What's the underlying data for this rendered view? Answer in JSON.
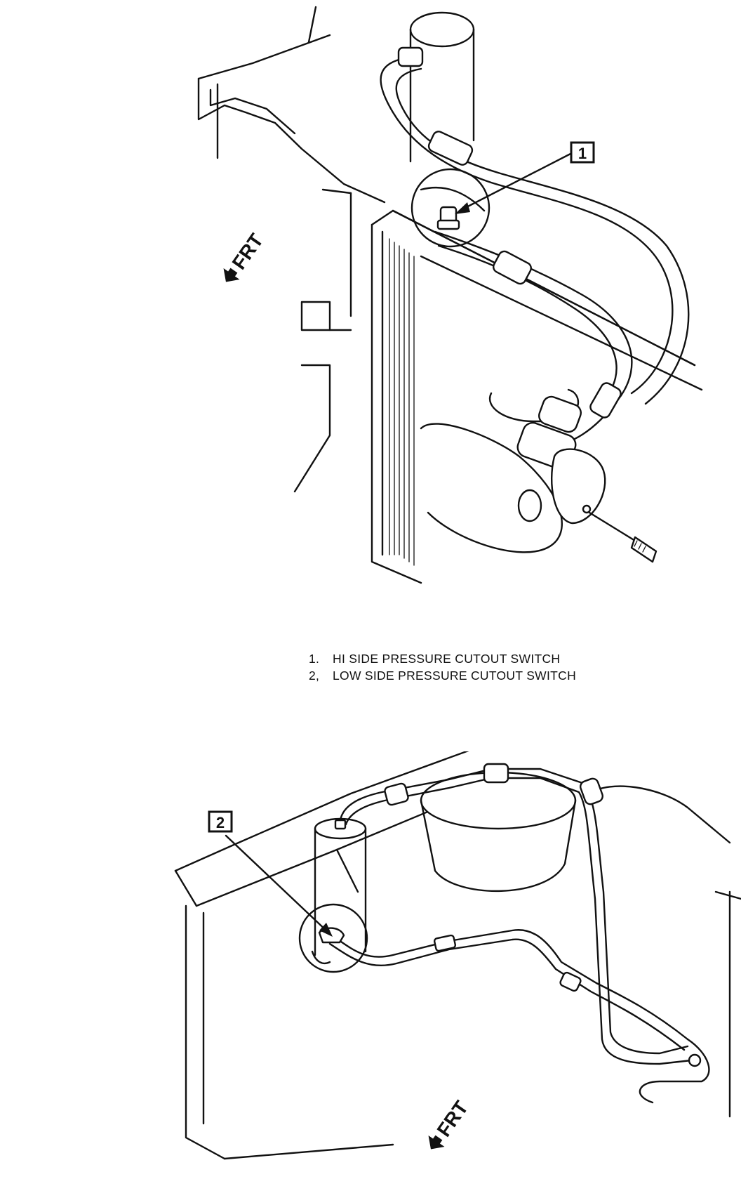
{
  "figure_top": {
    "callout": "1",
    "direction_label": "FRT"
  },
  "figure_bottom": {
    "callout": "2",
    "direction_label": "FRT"
  },
  "legend": {
    "items": [
      {
        "num": "1.",
        "text": "HI SIDE PRESSURE CUTOUT SWITCH"
      },
      {
        "num": "2,",
        "text": "LOW SIDE PRESSURE CUTOUT SWITCH"
      }
    ]
  }
}
